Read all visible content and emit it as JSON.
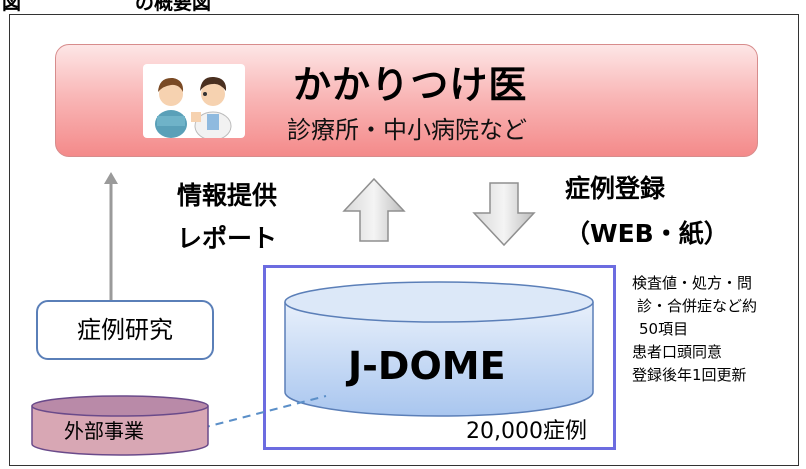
{
  "figure": {
    "title": "図　　　　　　の概要図"
  },
  "top_box": {
    "title": "かかりつけ医",
    "subtitle": "診療所・中小病院など"
  },
  "labels": {
    "info_line1": "情報提供",
    "info_line2": "レポート",
    "registration_line1": "症例登録",
    "registration_line2": "（WEB・紙）"
  },
  "case_study": {
    "label": "症例研究"
  },
  "database": {
    "name": "J-DOME",
    "count": "20,000症例"
  },
  "external": {
    "label": "外部事業"
  },
  "notes": [
    "検査値・処方・問",
    "診・合併症など約",
    "50項目",
    "患者口頭同意",
    "登録後年1回更新"
  ],
  "colors": {
    "top_box": "#f9b8b8",
    "cylinder": "#c5d9f5",
    "frame_border": "#6c6ce0",
    "external_cylinder": "#d8a0b0",
    "arrow": "#b4b4b4"
  },
  "icons": {
    "doctor": "doctor-patient-illustration",
    "up_arrow": "up-arrow-icon",
    "down_arrow": "down-arrow-icon"
  }
}
